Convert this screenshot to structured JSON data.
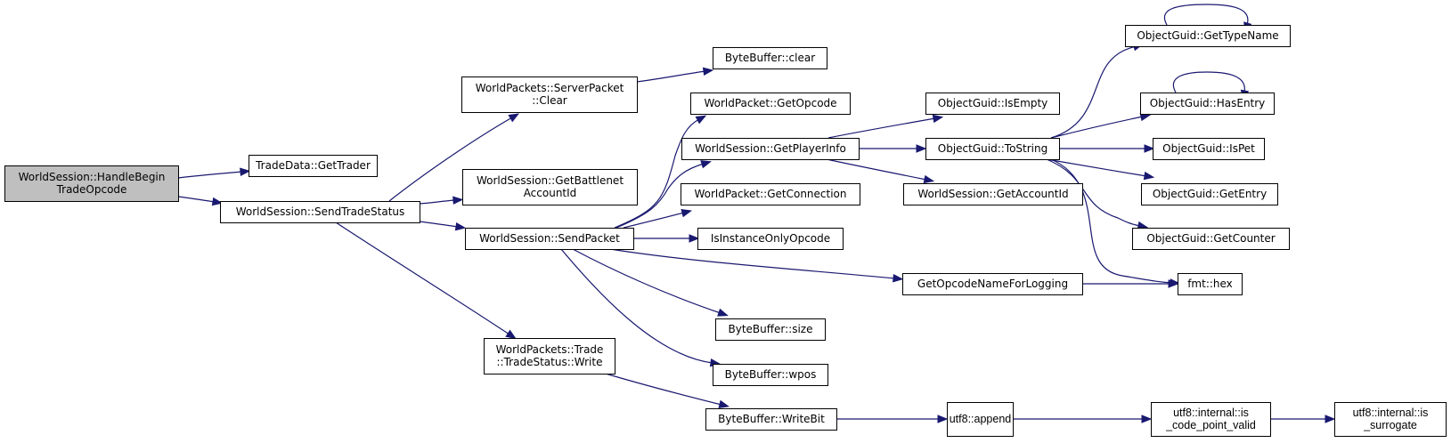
{
  "graph": {
    "type": "call-graph",
    "root": "WorldSession::HandleBeginTradeOpcode",
    "colors": {
      "edge": "#191970",
      "root_fill": "#bfbfbf",
      "node_fill": "#ffffff",
      "node_border": "#000000"
    },
    "nodes": [
      {
        "id": "n0",
        "lines": [
          "WorldSession::HandleBegin",
          "TradeOpcode"
        ],
        "root": true
      },
      {
        "id": "n1",
        "lines": [
          "TradeData::GetTrader"
        ]
      },
      {
        "id": "n2",
        "lines": [
          "WorldSession::SendTradeStatus"
        ]
      },
      {
        "id": "n3",
        "lines": [
          "WorldPackets::ServerPacket",
          "::Clear"
        ]
      },
      {
        "id": "n4",
        "lines": [
          "WorldSession::GetBattlenet",
          "AccountId"
        ]
      },
      {
        "id": "n5",
        "lines": [
          "WorldSession::SendPacket"
        ]
      },
      {
        "id": "n6",
        "lines": [
          "WorldPackets::Trade",
          "::TradeStatus::Write"
        ]
      },
      {
        "id": "n7",
        "lines": [
          "ByteBuffer::clear"
        ]
      },
      {
        "id": "n8",
        "lines": [
          "WorldPacket::GetOpcode"
        ]
      },
      {
        "id": "n9",
        "lines": [
          "WorldSession::GetPlayerInfo"
        ]
      },
      {
        "id": "n10",
        "lines": [
          "WorldPacket::GetConnection"
        ]
      },
      {
        "id": "n11",
        "lines": [
          "IsInstanceOnlyOpcode"
        ]
      },
      {
        "id": "n12",
        "lines": [
          "GetOpcodeNameForLogging"
        ]
      },
      {
        "id": "n13",
        "lines": [
          "ByteBuffer::size"
        ]
      },
      {
        "id": "n14",
        "lines": [
          "ByteBuffer::wpos"
        ]
      },
      {
        "id": "n15",
        "lines": [
          "ByteBuffer::WriteBit"
        ]
      },
      {
        "id": "n16",
        "lines": [
          "ObjectGuid::IsEmpty"
        ]
      },
      {
        "id": "n17",
        "lines": [
          "ObjectGuid::ToString"
        ]
      },
      {
        "id": "n18",
        "lines": [
          "WorldSession::GetAccountId"
        ]
      },
      {
        "id": "n19",
        "lines": [
          "utf8::append"
        ],
        "condensed": true
      },
      {
        "id": "n20",
        "lines": [
          "ObjectGuid::GetTypeName"
        ]
      },
      {
        "id": "n21",
        "lines": [
          "ObjectGuid::HasEntry"
        ]
      },
      {
        "id": "n22",
        "lines": [
          "ObjectGuid::IsPet"
        ]
      },
      {
        "id": "n23",
        "lines": [
          "ObjectGuid::GetEntry"
        ]
      },
      {
        "id": "n24",
        "lines": [
          "ObjectGuid::GetCounter"
        ]
      },
      {
        "id": "n25",
        "lines": [
          "fmt::hex"
        ]
      },
      {
        "id": "n26",
        "lines": [
          "utf8::internal::is",
          "_code_point_valid"
        ],
        "condensed": true
      },
      {
        "id": "n27",
        "lines": [
          "utf8::internal::is",
          "_surrogate"
        ],
        "condensed": true
      }
    ],
    "edges": [
      {
        "from": "n0",
        "to": "n1"
      },
      {
        "from": "n0",
        "to": "n2"
      },
      {
        "from": "n2",
        "to": "n3"
      },
      {
        "from": "n2",
        "to": "n4"
      },
      {
        "from": "n2",
        "to": "n5"
      },
      {
        "from": "n2",
        "to": "n6"
      },
      {
        "from": "n3",
        "to": "n7"
      },
      {
        "from": "n5",
        "to": "n8"
      },
      {
        "from": "n5",
        "to": "n9"
      },
      {
        "from": "n5",
        "to": "n10"
      },
      {
        "from": "n5",
        "to": "n11"
      },
      {
        "from": "n5",
        "to": "n12"
      },
      {
        "from": "n5",
        "to": "n13"
      },
      {
        "from": "n5",
        "to": "n14"
      },
      {
        "from": "n6",
        "to": "n15"
      },
      {
        "from": "n9",
        "to": "n16"
      },
      {
        "from": "n9",
        "to": "n17"
      },
      {
        "from": "n9",
        "to": "n18"
      },
      {
        "from": "n12",
        "to": "n25"
      },
      {
        "from": "n15",
        "to": "n19"
      },
      {
        "from": "n17",
        "to": "n20"
      },
      {
        "from": "n17",
        "to": "n21"
      },
      {
        "from": "n17",
        "to": "n22"
      },
      {
        "from": "n17",
        "to": "n23"
      },
      {
        "from": "n17",
        "to": "n24"
      },
      {
        "from": "n17",
        "to": "n25"
      },
      {
        "from": "n20",
        "to": "n20"
      },
      {
        "from": "n21",
        "to": "n21"
      },
      {
        "from": "n19",
        "to": "n26"
      },
      {
        "from": "n26",
        "to": "n27"
      }
    ]
  }
}
